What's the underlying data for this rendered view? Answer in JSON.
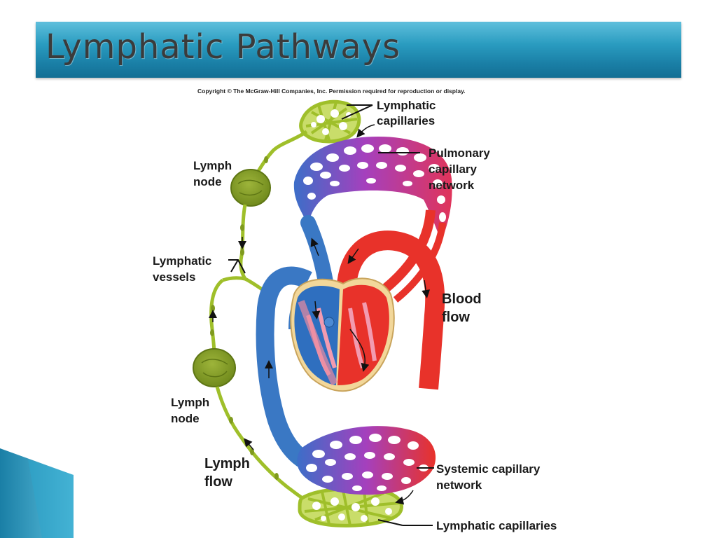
{
  "slide": {
    "title": "Lymphatic Pathways"
  },
  "diagram": {
    "copyright": "Copyright © The McGraw-Hill Companies, Inc. Permission required for reproduction or display.",
    "labels": {
      "lymphatic_capillaries_top": [
        "Lymphatic",
        "capillaries"
      ],
      "pulmonary": [
        "Pulmonary",
        "capillary",
        "network"
      ],
      "lymph_node_top": [
        "Lymph",
        "node"
      ],
      "lymphatic_vessels": [
        "Lymphatic",
        "vessels"
      ],
      "blood_flow": [
        "Blood",
        "flow"
      ],
      "lymph_node_bottom": [
        "Lymph",
        "node"
      ],
      "lymph_flow": [
        "Lymph",
        "flow"
      ],
      "systemic": [
        "Systemic capillary",
        "network"
      ],
      "lymphatic_capillaries_bottom": "Lymphatic capillaries"
    },
    "colors": {
      "lymph": "#9fbf2a",
      "lymph_node": "#7f9a1e",
      "oxygenated": "#e8322a",
      "deoxygenated": "#2f74c2",
      "capillary_mix": "#a040b8",
      "heart_tissue": "#e98aa0"
    }
  }
}
